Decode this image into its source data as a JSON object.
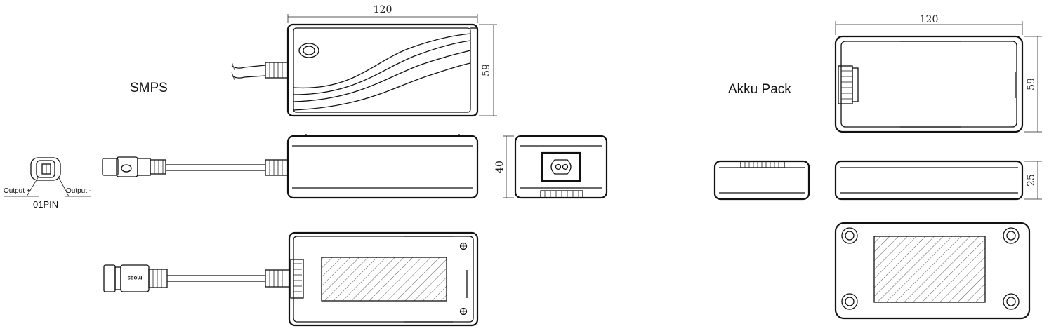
{
  "smps": {
    "label": "SMPS",
    "dim_length": "120",
    "dim_width": "59",
    "dim_height": "40",
    "plug_brand": "moss"
  },
  "connector": {
    "pin_label": "01PIN",
    "output_plus": "Output +",
    "output_minus": "Output -"
  },
  "akku": {
    "label": "Akku Pack",
    "dim_length": "120",
    "dim_width": "59",
    "dim_height": "25"
  }
}
